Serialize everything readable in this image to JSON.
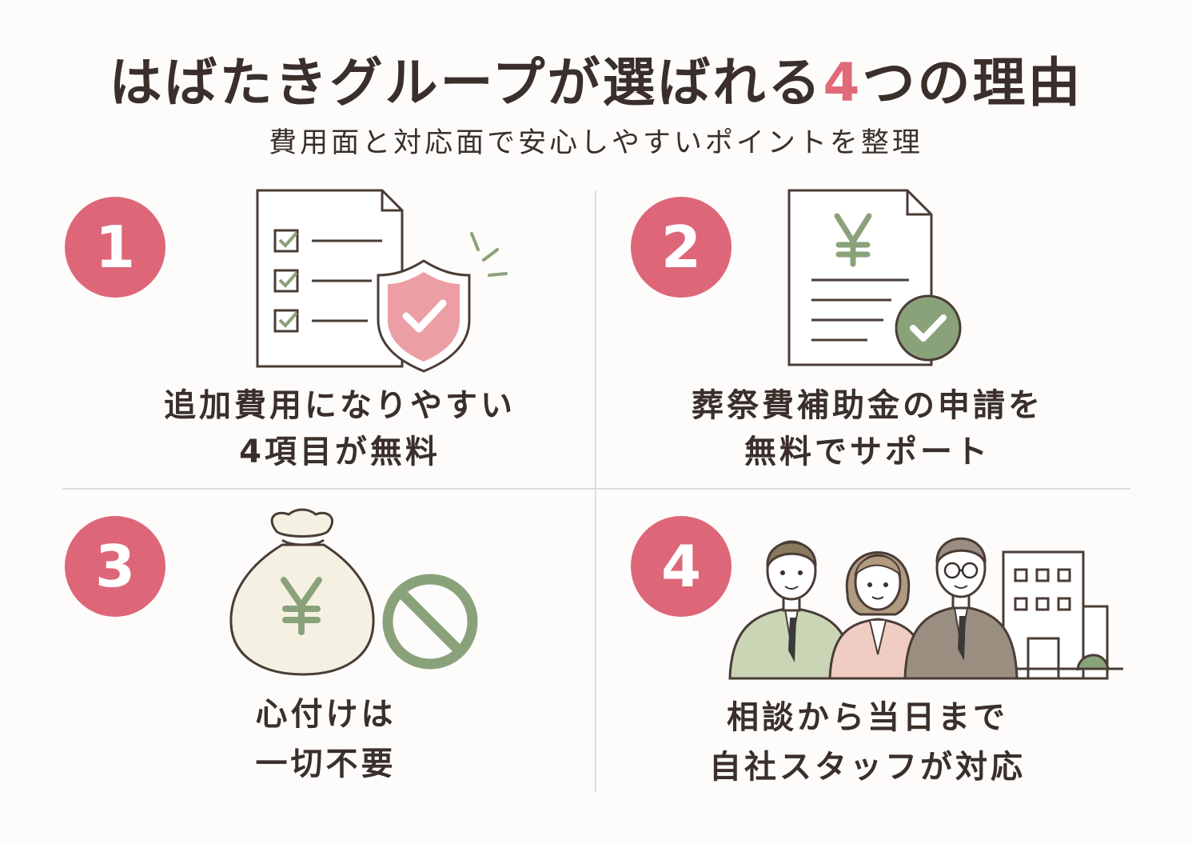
{
  "header": {
    "title_pre": "はばたきグループが選ばれる",
    "title_accent": "4",
    "title_post": "つの理由",
    "subtitle": "費用面と対応面で安心しやすいポイントを整理"
  },
  "colors": {
    "accent": "#dd6778",
    "green": "#8aa27a",
    "text": "#3a2f2a"
  },
  "reasons": [
    {
      "number": "1",
      "line1": "追加費用になりやすい",
      "line2": "4項目が無料",
      "icon": "checklist-shield-icon"
    },
    {
      "number": "2",
      "line1": "葬祭費補助金の申請を",
      "line2": "無料でサポート",
      "icon": "yen-document-check-icon"
    },
    {
      "number": "3",
      "line1": "心付けは",
      "line2": "一切不要",
      "icon": "money-bag-prohibited-icon"
    },
    {
      "number": "4",
      "line1": "相談から当日まで",
      "line2": "自社スタッフが対応",
      "icon": "staff-building-icon"
    }
  ]
}
